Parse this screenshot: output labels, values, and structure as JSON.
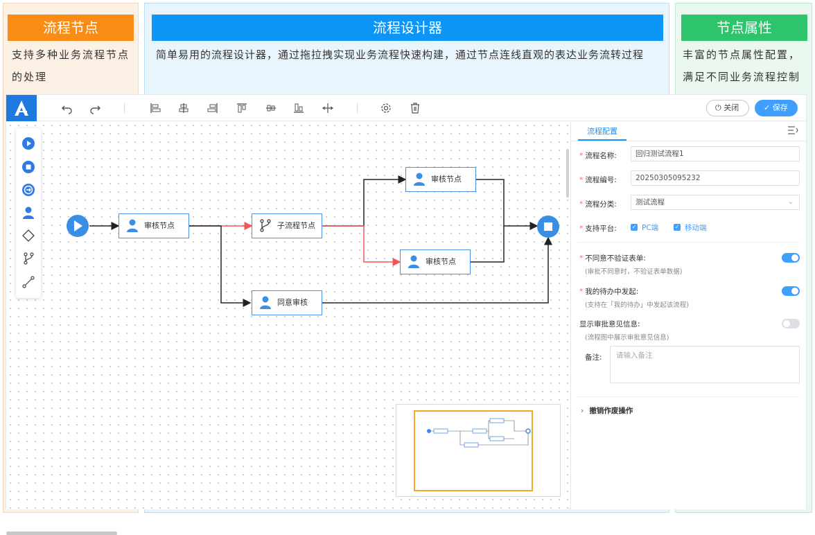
{
  "panels": {
    "left": {
      "title": "流程节点",
      "desc": "支持多种业务流程节点的处理"
    },
    "middle": {
      "title": "流程设计器",
      "desc": "简单易用的流程设计器，通过拖拉拽实现业务流程快速构建，通过节点连线直观的表达业务流转过程"
    },
    "right": {
      "title": "节点属性",
      "desc": "丰富的节点属性配置，满足不同业务流程控制"
    }
  },
  "toolbar": {
    "close_label": "关闭",
    "save_label": "保存"
  },
  "flow": {
    "nodes": {
      "audit1": "审核节点",
      "subflow": "子流程节点",
      "audit_top": "审核节点",
      "audit_bottom": "审核节点",
      "agree_audit": "同意审核"
    }
  },
  "props": {
    "tab": "流程配置",
    "name_label": "流程名称:",
    "name_value": "回归测试流程1",
    "code_label": "流程编号:",
    "code_value": "20250305095232",
    "category_label": "流程分类:",
    "category_value": "测试流程",
    "platform_label": "支持平台:",
    "platform_pc": "PC端",
    "platform_mobile": "移动端",
    "no_validate_label": "不同意不验证表单:",
    "no_validate_hint": "(审批不同意时，不验证表单数据)",
    "no_validate_on": true,
    "todo_launch_label": "我的待办中发起:",
    "todo_launch_hint": "(支持在「我的待办」中发起该流程)",
    "todo_launch_on": true,
    "show_opinion_label": "显示审批意见信息:",
    "show_opinion_hint": "(流程图中展示审批意见信息)",
    "show_opinion_on": false,
    "remark_label": "备注:",
    "remark_placeholder": "请输入备注",
    "revoke_section": "撤销作废操作"
  },
  "colors": {
    "accent": "#409eff",
    "node_border": "#4a90e2",
    "flow_red": "#f25757",
    "orange": "#fa8c16",
    "blue": "#0a95f7",
    "green": "#2ec46c"
  }
}
